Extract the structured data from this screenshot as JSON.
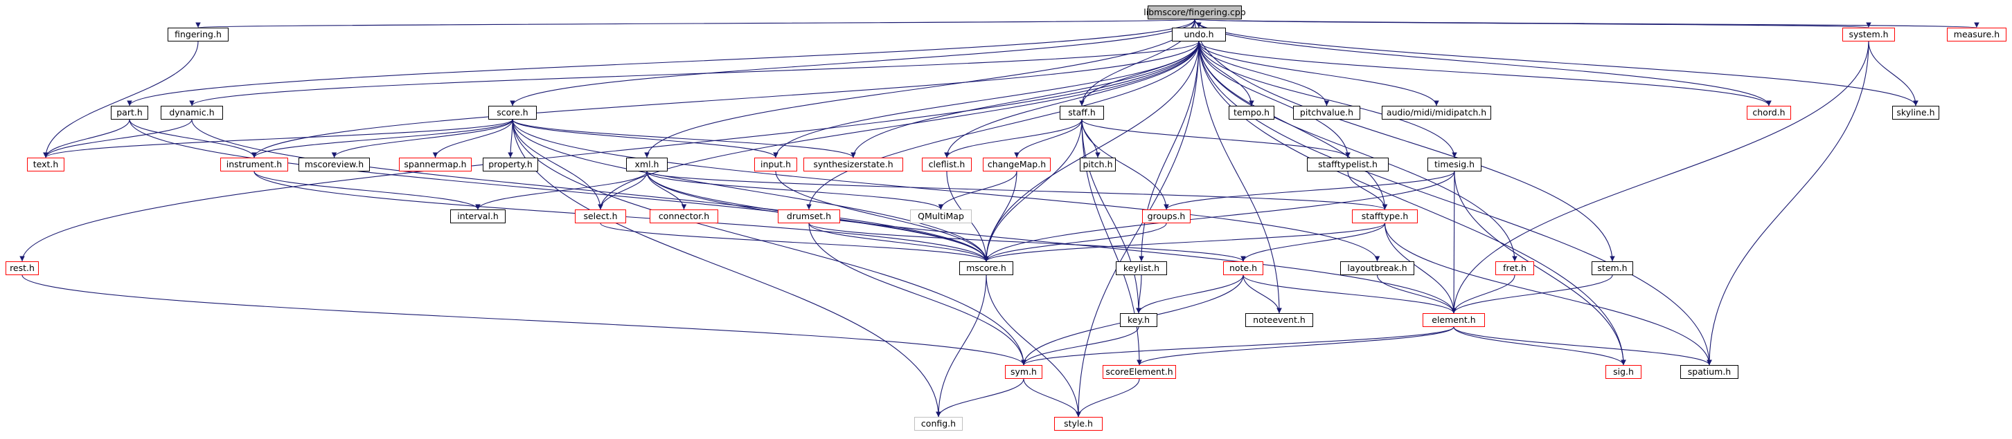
{
  "diagram": {
    "type": "include-dependency-graph",
    "colors": {
      "edge": "#191970",
      "node_border": "#000000",
      "incomplete_border": "#ff0000",
      "external_border": "#bfbfbf",
      "root_fill": "#bfbfbf"
    },
    "nodes": {
      "root": "libmscore/fingering.cpp",
      "fingering": "fingering.h",
      "undo": "undo.h",
      "system": "system.h",
      "measure": "measure.h",
      "part": "part.h",
      "dynamic": "dynamic.h",
      "score": "score.h",
      "staff": "staff.h",
      "tempo": "tempo.h",
      "pitchvalue": "pitchvalue.h",
      "midipatch": "audio/midi/midipatch.h",
      "chord": "chord.h",
      "skyline": "skyline.h",
      "text": "text.h",
      "instrument": "instrument.h",
      "mscoreview": "mscoreview.h",
      "spannermap": "spannermap.h",
      "property": "property.h",
      "input": "input.h",
      "synthesizerstate": "synthesizerstate.h",
      "cleflist": "cleflist.h",
      "changemap": "changeMap.h",
      "pitch": "pitch.h",
      "stafftypelist": "stafftypelist.h",
      "timesig": "timesig.h",
      "xml": "xml.h",
      "interval": "interval.h",
      "select": "select.h",
      "connector": "connector.h",
      "qmultimap": "QMultiMap",
      "drumset": "drumset.h",
      "groups": "groups.h",
      "stafftype": "stafftype.h",
      "rest": "rest.h",
      "mscore": "mscore.h",
      "keylist": "keylist.h",
      "note": "note.h",
      "layoutbreak": "layoutbreak.h",
      "fret": "fret.h",
      "stem": "stem.h",
      "key": "key.h",
      "noteevent": "noteevent.h",
      "element": "element.h",
      "sym": "sym.h",
      "scoreelement": "scoreElement.h",
      "sig": "sig.h",
      "spatium": "spatium.h",
      "config": "config.h",
      "style": "style.h"
    },
    "edges": [
      [
        "root",
        "fingering"
      ],
      [
        "root",
        "undo"
      ],
      [
        "root",
        "system"
      ],
      [
        "root",
        "measure"
      ],
      [
        "root",
        "part"
      ],
      [
        "root",
        "score"
      ],
      [
        "root",
        "staff"
      ],
      [
        "root",
        "chord"
      ],
      [
        "root",
        "skyline"
      ],
      [
        "root",
        "xml"
      ],
      [
        "root",
        "stem"
      ],
      [
        "fingering",
        "text"
      ],
      [
        "undo",
        "tempo"
      ],
      [
        "undo",
        "pitchvalue"
      ],
      [
        "undo",
        "midipatch"
      ],
      [
        "undo",
        "chord"
      ],
      [
        "undo",
        "dynamic"
      ],
      [
        "undo",
        "rest"
      ],
      [
        "undo",
        "staff"
      ],
      [
        "undo",
        "instrument"
      ],
      [
        "undo",
        "input"
      ],
      [
        "undo",
        "synthesizerstate"
      ],
      [
        "undo",
        "cleflist"
      ],
      [
        "undo",
        "select"
      ],
      [
        "undo",
        "stafftypelist"
      ],
      [
        "undo",
        "timesig"
      ],
      [
        "undo",
        "drumset"
      ],
      [
        "undo",
        "mscore"
      ],
      [
        "undo",
        "stafftype"
      ],
      [
        "undo",
        "fret"
      ],
      [
        "undo",
        "noteevent"
      ],
      [
        "undo",
        "sig"
      ],
      [
        "undo",
        "spatium"
      ],
      [
        "undo",
        "style"
      ],
      [
        "undo",
        "keylist"
      ],
      [
        "system",
        "skyline"
      ],
      [
        "system",
        "element"
      ],
      [
        "system",
        "spatium"
      ],
      [
        "part",
        "text"
      ],
      [
        "part",
        "instrument"
      ],
      [
        "part",
        "mscore"
      ],
      [
        "dynamic",
        "text"
      ],
      [
        "dynamic",
        "mscore"
      ],
      [
        "score",
        "instrument"
      ],
      [
        "score",
        "mscoreview"
      ],
      [
        "score",
        "spannermap"
      ],
      [
        "score",
        "property"
      ],
      [
        "score",
        "input"
      ],
      [
        "score",
        "synthesizerstate"
      ],
      [
        "score",
        "select"
      ],
      [
        "score",
        "mscore"
      ],
      [
        "score",
        "sym"
      ],
      [
        "score",
        "config"
      ],
      [
        "score",
        "layoutbreak"
      ],
      [
        "score",
        "text"
      ],
      [
        "staff",
        "cleflist"
      ],
      [
        "staff",
        "changemap"
      ],
      [
        "staff",
        "pitch"
      ],
      [
        "staff",
        "groups"
      ],
      [
        "staff",
        "stafftypelist"
      ],
      [
        "staff",
        "mscore"
      ],
      [
        "staff",
        "scoreelement"
      ],
      [
        "staff",
        "key"
      ],
      [
        "instrument",
        "interval"
      ],
      [
        "instrument",
        "mscore"
      ],
      [
        "input",
        "mscore"
      ],
      [
        "cleflist",
        "mscore"
      ],
      [
        "changemap",
        "qmultimap"
      ],
      [
        "changemap",
        "mscore"
      ],
      [
        "stafftypelist",
        "stafftype"
      ],
      [
        "timesig",
        "groups"
      ],
      [
        "timesig",
        "element"
      ],
      [
        "timesig",
        "sig"
      ],
      [
        "timesig",
        "mscore"
      ],
      [
        "xml",
        "interval"
      ],
      [
        "xml",
        "select"
      ],
      [
        "xml",
        "connector"
      ],
      [
        "xml",
        "qmultimap"
      ],
      [
        "xml",
        "stafftype"
      ],
      [
        "xml",
        "mscore"
      ],
      [
        "xml",
        "element"
      ],
      [
        "select",
        "mscore"
      ],
      [
        "drumset",
        "mscore"
      ],
      [
        "drumset",
        "sym"
      ],
      [
        "drumset",
        "note"
      ],
      [
        "groups",
        "mscore"
      ],
      [
        "stafftype",
        "mscore"
      ],
      [
        "stafftype",
        "element"
      ],
      [
        "stafftype",
        "spatium"
      ],
      [
        "stafftype",
        "note"
      ],
      [
        "rest",
        "sym"
      ],
      [
        "mscore",
        "config"
      ],
      [
        "mscore",
        "style"
      ],
      [
        "keylist",
        "key"
      ],
      [
        "note",
        "key"
      ],
      [
        "note",
        "noteevent"
      ],
      [
        "note",
        "element"
      ],
      [
        "note",
        "sym"
      ],
      [
        "layoutbreak",
        "element"
      ],
      [
        "fret",
        "element"
      ],
      [
        "stem",
        "element"
      ],
      [
        "key",
        "sym"
      ],
      [
        "element",
        "sym"
      ],
      [
        "element",
        "scoreelement"
      ],
      [
        "element",
        "sig"
      ],
      [
        "element",
        "spatium"
      ],
      [
        "sym",
        "config"
      ],
      [
        "sym",
        "style"
      ],
      [
        "scoreelement",
        "style"
      ]
    ]
  }
}
